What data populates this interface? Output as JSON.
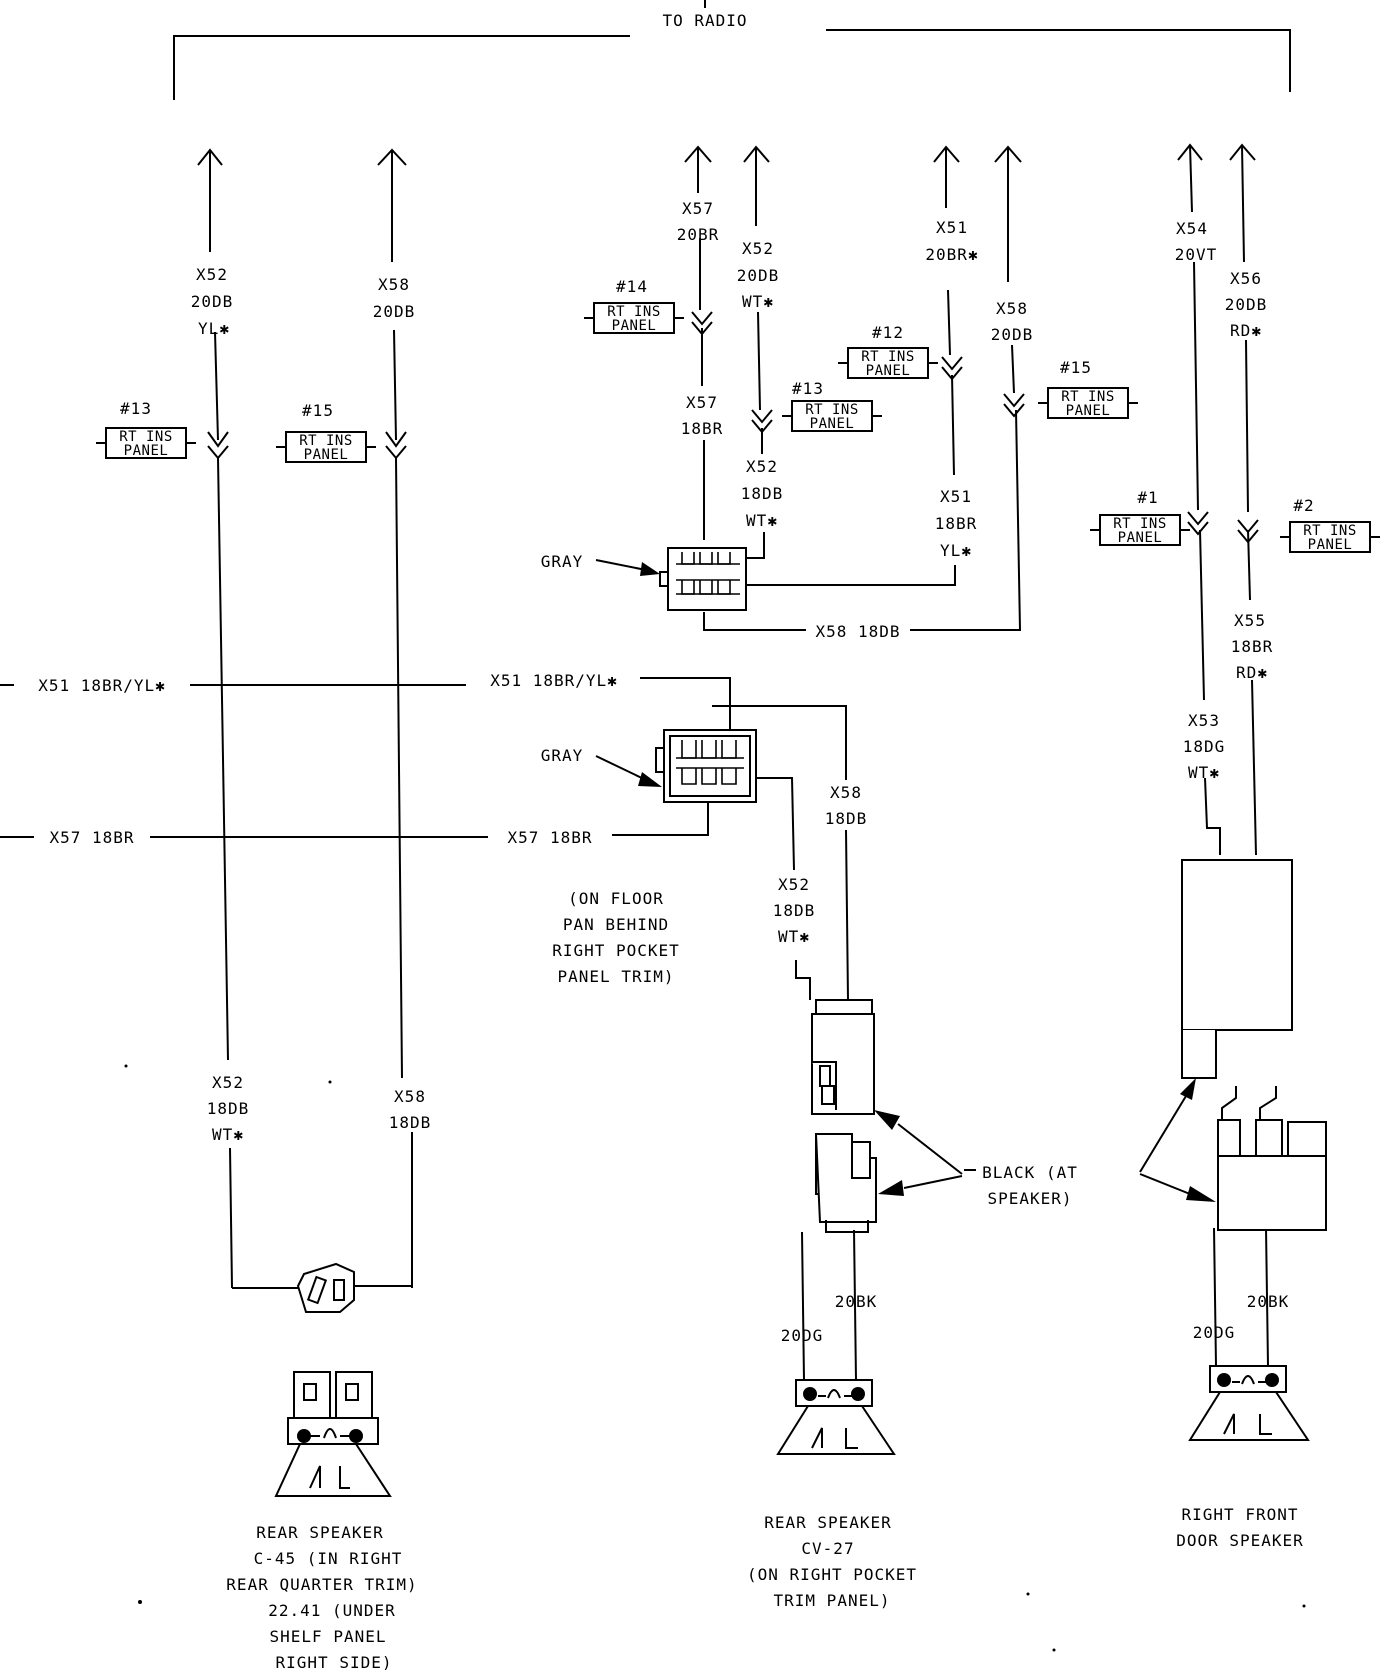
{
  "header": {
    "title": "TO RADIO"
  },
  "splice_label": {
    "line1": "RT INS",
    "line2": "PANEL"
  },
  "splices": {
    "s1": "#13",
    "s2": "#15",
    "s3": "#14",
    "s4": "#13",
    "s5": "#12",
    "s6": "#15",
    "s7": "#1",
    "s8": "#2"
  },
  "wires": {
    "w1_a": "X52",
    "w1_b": "20DB",
    "w1_c": "YL✱",
    "w2_a": "X58",
    "w2_b": "20DB",
    "w3_a": "X57",
    "w3_b": "20BR",
    "w4_a": "X52",
    "w4_b": "20DB",
    "w4_c": "WT✱",
    "w5_a": "X51",
    "w5_b": "20BR✱",
    "w6_a": "X58",
    "w6_b": "20DB",
    "w7_a": "X54",
    "w7_b": "20VT",
    "w8_a": "X56",
    "w8_b": "20DB",
    "w8_c": "RD✱",
    "w9_a": "X57",
    "w9_b": "18BR",
    "w10_a": "X52",
    "w10_b": "18DB",
    "w10_c": "WT✱",
    "w11_a": "X51",
    "w11_b": "18BR",
    "w11_c": "YL✱",
    "w12": "X58 18DB",
    "w13_a": "X55",
    "w13_b": "18BR",
    "w13_c": "RD✱",
    "w14_a": "X53",
    "w14_b": "18DG",
    "w14_c": "WT✱",
    "w15_left": "X51 18BR/YL✱",
    "w15_right": "X51 18BR/YL✱",
    "w16_left": "X57 18BR",
    "w16_right": "X57 18BR",
    "w17_a": "X58",
    "w17_b": "18DB",
    "w18_a": "X52",
    "w18_b": "18DB",
    "w18_c": "WT✱",
    "w19_a": "X52",
    "w19_b": "18DB",
    "w19_c": "WT✱",
    "w20_a": "X58",
    "w20_b": "18DB",
    "w21_a": "20BK",
    "w21_b": "20DG",
    "w22_a": "20BK",
    "w22_b": "20DG"
  },
  "connectors": {
    "gray1": "GRAY",
    "gray2": "GRAY",
    "floor_note": [
      "(ON FLOOR",
      "PAN BEHIND",
      "RIGHT POCKET",
      "PANEL TRIM)"
    ],
    "black": [
      "BLACK (AT",
      "SPEAKER)"
    ]
  },
  "speakers": {
    "rear_left": [
      "REAR SPEAKER",
      "C-45 (IN RIGHT",
      "REAR QUARTER TRIM)",
      "22.41 (UNDER",
      "SHELF PANEL",
      "RIGHT SIDE)"
    ],
    "rear_mid": [
      "REAR SPEAKER",
      "CV-27",
      "(ON RIGHT POCKET",
      "TRIM PANEL)"
    ],
    "front_right": [
      "RIGHT FRONT",
      "DOOR SPEAKER"
    ]
  }
}
